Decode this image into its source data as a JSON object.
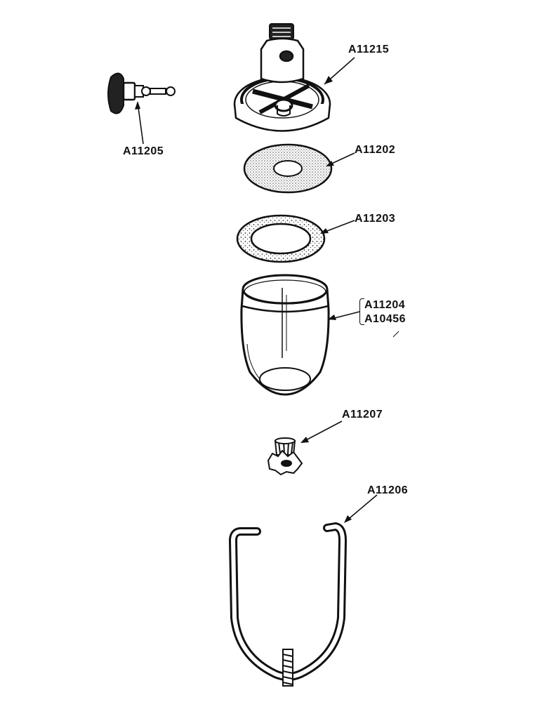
{
  "parts": {
    "bowl_head": "A11215",
    "valve": "A11205",
    "screen": "A11202",
    "gasket": "A11203",
    "glass_bowl_1": "A11204",
    "glass_bowl_2": "A10456",
    "thumb_nut": "A11207",
    "bail": "A11206"
  },
  "colors": {
    "ink": "#111111",
    "paper": "#ffffff",
    "screen_fill": "#d9d9d9"
  }
}
